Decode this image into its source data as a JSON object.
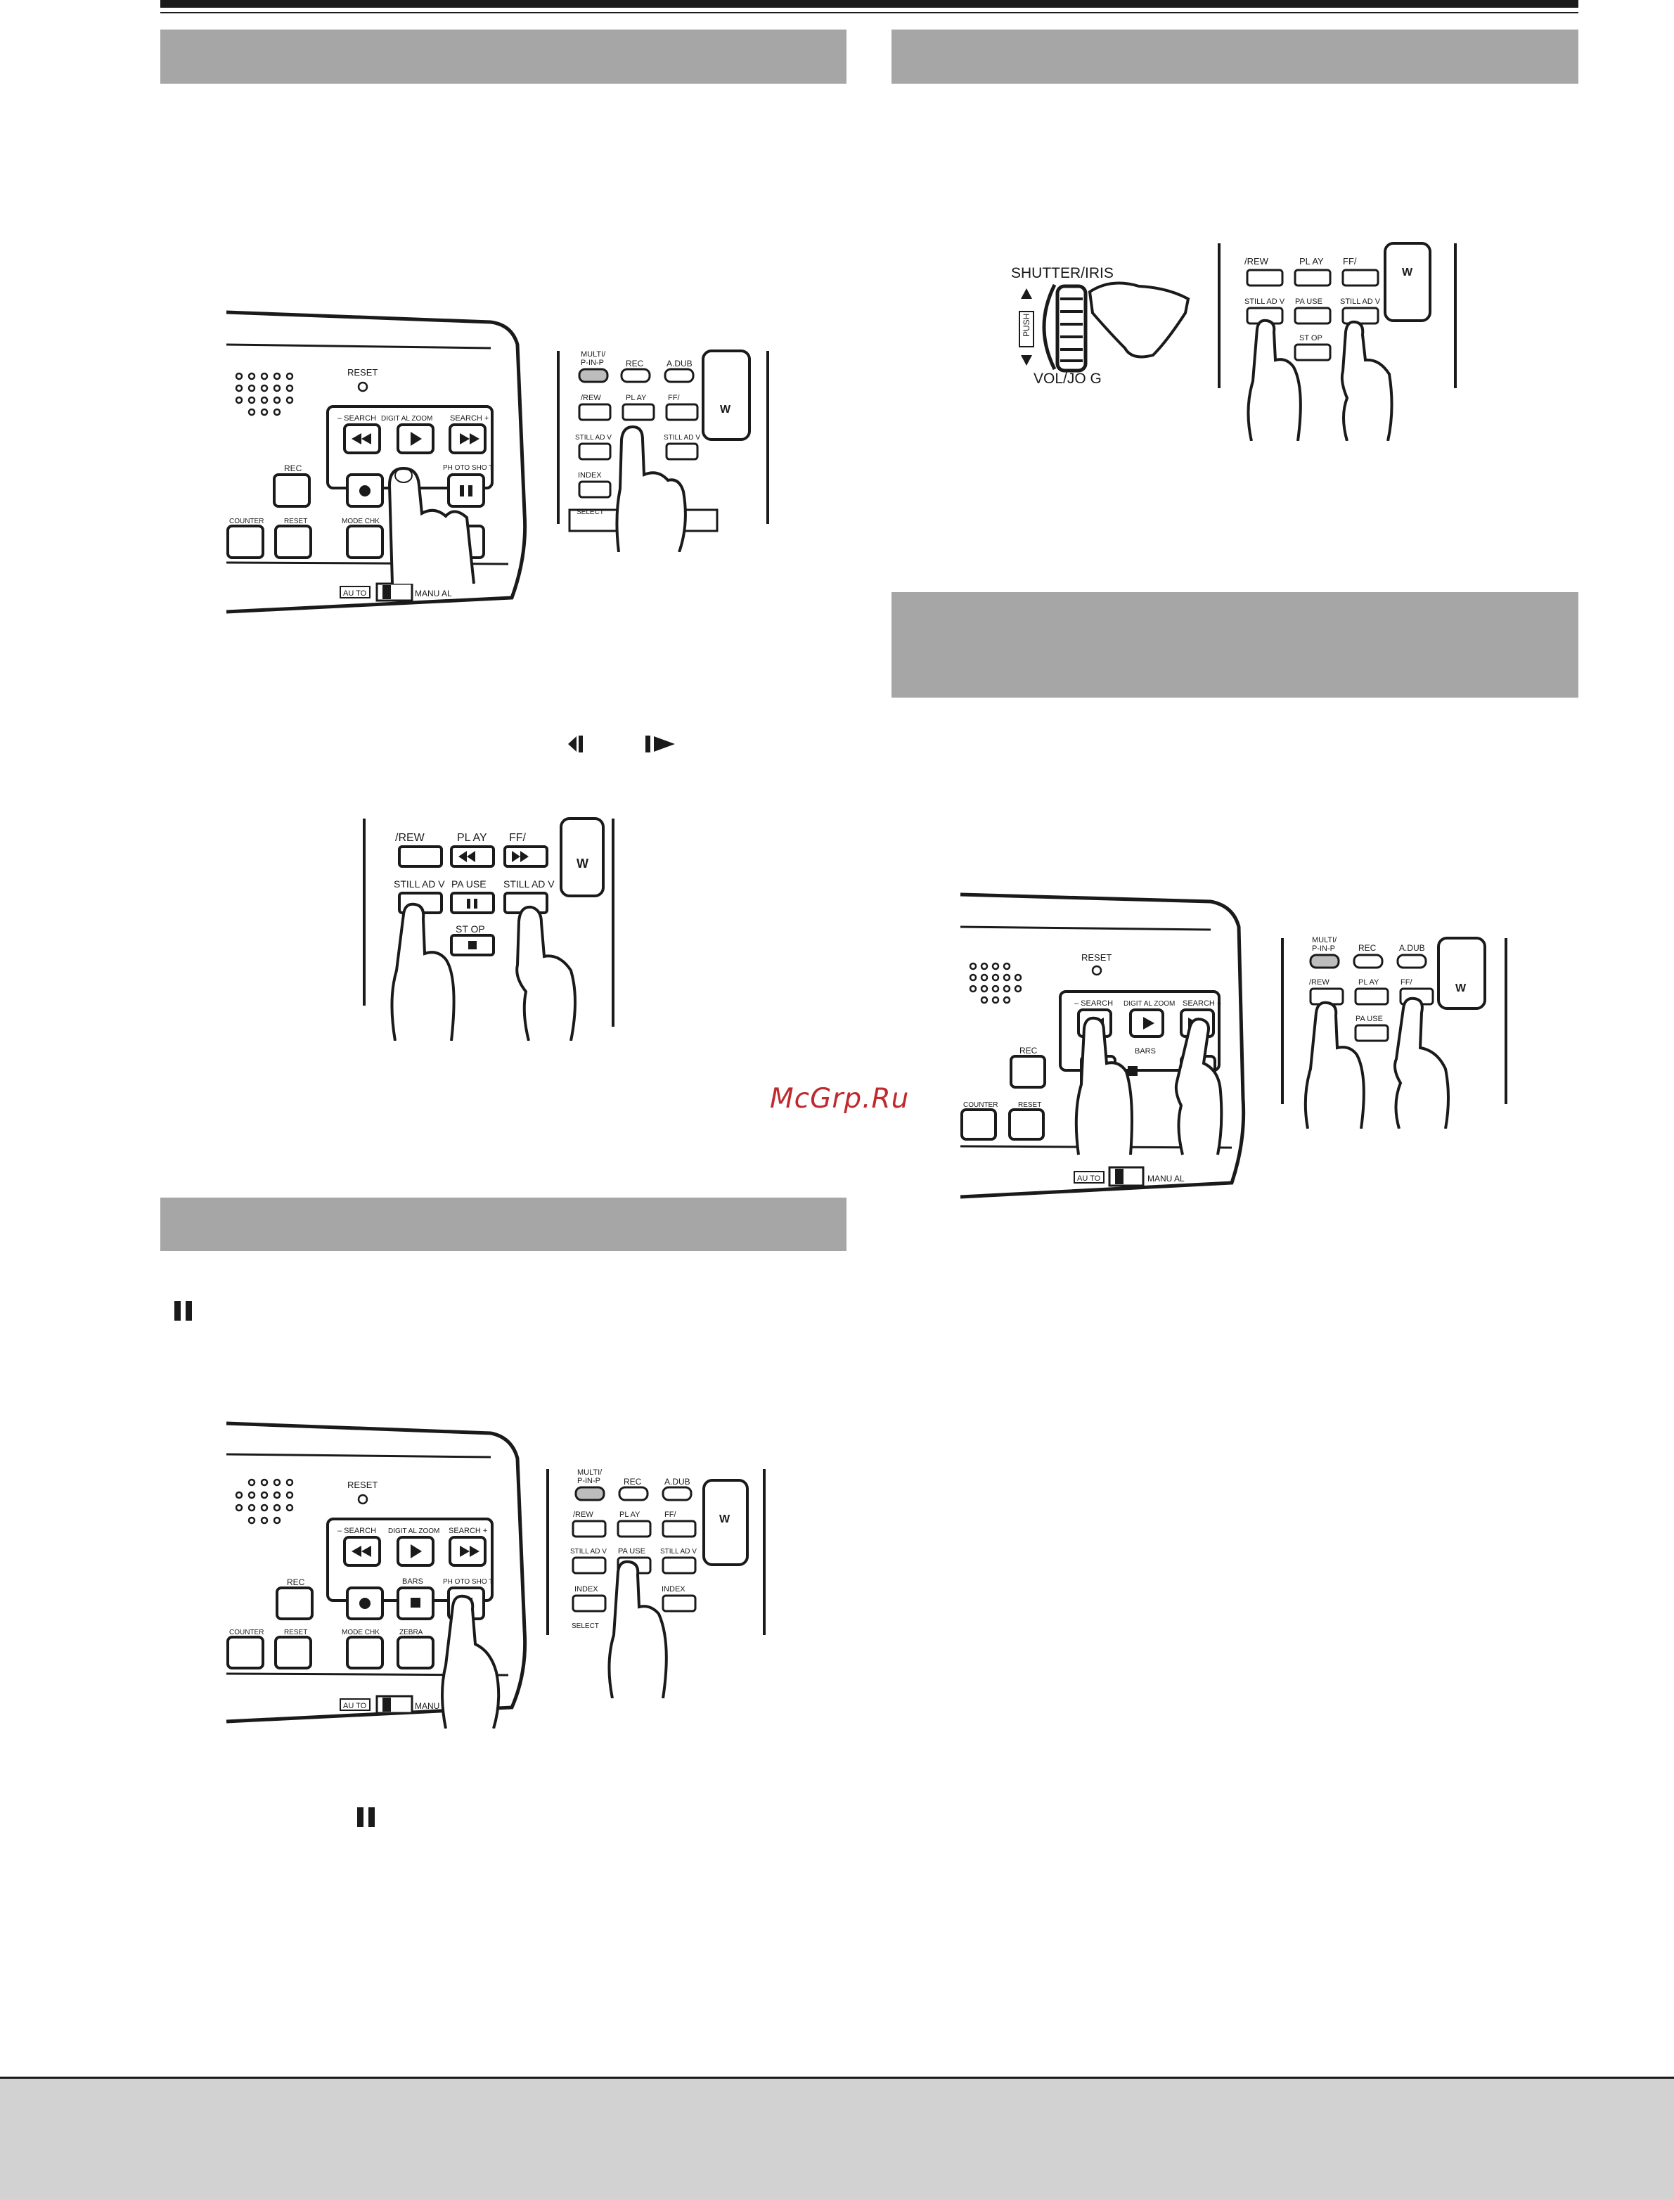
{
  "watermark": "McGrp.Ru",
  "figures": {
    "deck_panel": {
      "reset": "RESET",
      "search_left": "– SEARCH",
      "digital_zoom": "DIGIT AL ZOOM",
      "search_right": "SEARCH +",
      "rec": "REC",
      "bars": "BARS",
      "photo_shot": "PH OTO  SHO T",
      "counter": "COUNTER",
      "reset_small": "RESET",
      "mode_chk": "MODE CHK",
      "zebra": "ZEBRA",
      "auto": "AU TO",
      "manual": "MANU AL"
    },
    "remote": {
      "multi": "MULTI/",
      "pinp": "P-IN-P",
      "rec": "REC",
      "adub": "A.DUB",
      "rew": "/REW",
      "play": "PL AY",
      "ff": "FF/",
      "still_adv_left": "STILL AD  V",
      "pause": "PA USE",
      "still_adv_right": "STILL AD  V",
      "index_left": "INDEX",
      "stop": "ST OP",
      "index_right": "INDEX",
      "select": "SELECT",
      "w": "W"
    },
    "jog": {
      "shutter_iris": "SHUTTER/IRIS",
      "push": "PUSH",
      "vol_jog": "VOL/JO  G"
    }
  }
}
